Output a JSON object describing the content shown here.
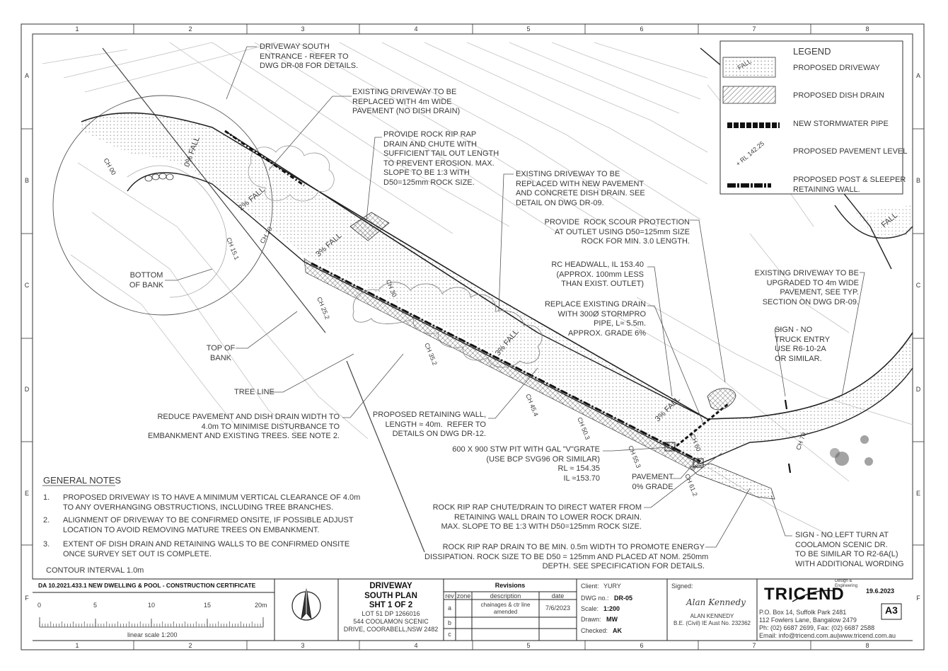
{
  "grid": {
    "columns": [
      "1",
      "2",
      "3",
      "4",
      "5",
      "6",
      "7",
      "8"
    ],
    "rows": [
      "A",
      "B",
      "C",
      "D",
      "E",
      "F"
    ]
  },
  "legend": {
    "title": "LEGEND",
    "driveway_fall": "FALL",
    "items": [
      "PROPOSED DRIVEWAY",
      "PROPOSED DISH DRAIN",
      "NEW STORMWATER PIPE",
      "PROPOSED PAVEMENT LEVEL",
      "PROPOSED POST & SLEEPER\nRETAINING WALL."
    ],
    "rl_sample": "+ RL 142.25"
  },
  "notes": {
    "south_entrance": "DRIVEWAY SOUTH\nENTRANCE - REFER TO\nDWG DR-08 FOR DETAILS.",
    "existing_replaced": "EXISTING DRIVEWAY TO BE\nREPLACED WITH 4m WIDE\nPAVEMENT (NO DISH DRAIN)",
    "rock_rip_rap": "PROVIDE ROCK RIP RAP\nDRAIN AND CHUTE WITH\nSUFFICIENT TAIL OUT LENGTH\nTO PREVENT EROSION. MAX.\nSLOPE TO BE 1:3 WITH\nD50=125mm ROCK SIZE.",
    "existing_dish": "EXISTING DRIVEWAY TO BE\nREPLACED WITH NEW PAVEMENT\nAND CONCRETE DISH DRAIN. SEE\nDETAIL ON DWG DR-09.",
    "scour": "PROVIDE  ROCK SCOUR PROTECTION\nAT OUTLET USING D50=125mm SIZE\nROCK FOR MIN. 3.0 LENGTH.",
    "headwall": "RC HEADWALL, IL 153.40\n(APPROX. 100mm LESS\nTHAN EXIST. OUTLET)",
    "replace_drain": "REPLACE EXISTING DRAIN\nWITH 300Ø STORMPRO\nPIPE, L≈ 5.5m.\nAPPROX. GRADE 6%",
    "upgraded": "EXISTING DRIVEWAY TO BE\nUPGRADED TO 4m WIDE\nPAVEMENT, SEE TYP.\nSECTION ON DWG DR-09.",
    "sign_truck": "SIGN - NO\nTRUCK ENTRY\nUSE R6-10-2A\nOR SIMILAR.",
    "bottom_bank": "BOTTOM\nOF BANK",
    "top_bank": "TOP OF\nBANK",
    "tree_line": "TREE LINE",
    "reduce": "REDUCE PAVEMENT AND DISH DRAIN WIDTH TO\n4.0m TO MINIMISE DISTURBANCE TO\nEMBANKMENT AND EXISTING TREES. SEE NOTE 2.",
    "retaining": "PROPOSED RETAINING WALL,\nLENGTH ≈ 40m.  REFER TO\nDETAILS ON DWG DR-12.",
    "pit": "600 X 900 STW PIT WITH GAL \"V\"GRATE\n(USE BCP SVG96 OR SIMILAR)\nRL ≈ 154.35\nIL ≈153.70",
    "pavement_grade": "PAVEMENT\n0% GRADE",
    "chute": "ROCK RIP RAP CHUTE/DRAIN TO DIRECT WATER FROM\nRETAINING WALL DRAIN TO LOWER ROCK DRAIN.\nMAX. SLOPE TO BE 1:3 WITH D50=125mm ROCK SIZE.",
    "rip_rap_min": "ROCK RIP RAP DRAIN TO BE MIN. 0.5m WIDTH TO PROMOTE ENERGY\nDISSIPATION. ROCK SIZE TO BE D50 = 125mm AND PLACED AT NOM. 250mm\nDEPTH. SEE SPECIFICATION FOR DETAILS.",
    "sign_left": "SIGN - NO LEFT TURN AT\nCOOLAMON SCENIC DR.\nTO BE SIMILAR TO R2-6A(L)\nWITH ADDITIONAL WORDING"
  },
  "plan_labels": {
    "falls": [
      "2% FALL",
      "3% FALL",
      "3% FALL",
      "3% FALL",
      "FALL",
      "0% FALL"
    ],
    "chainages": [
      "CH 00",
      "CH 15.1",
      "CH 20",
      "CH 25.2",
      "CH 35.2",
      "CH 45.4",
      "CH 50.3",
      "CH 55.3",
      "CH 60",
      "CH 61.2",
      "CH 70",
      "CH 30"
    ]
  },
  "general_notes": {
    "title": "GENERAL NOTES",
    "items": [
      "PROPOSED DRIVEWAY IS TO HAVE A MINIMUM VERTICAL CLEARANCE OF 4.0m\nTO ANY OVERHANGING OBSTRUCTIONS, INCLUDING TREE BRANCHES.",
      "ALIGNMENT OF DRIVEWAY TO BE CONFIRMED ONSITE, IF POSSIBLE ADJUST\nLOCATION TO AVOID REMOVING MATURE TREES ON EMBANKMENT.",
      "EXTENT OF DISH DRAIN AND RETAINING WALLS TO BE CONFIRMED ONSITE\nONCE SURVEY SET OUT IS COMPLETE."
    ],
    "numbers": [
      "1.",
      "2.",
      "3."
    ],
    "contour": "CONTOUR INTERVAL 1.0m"
  },
  "title_block": {
    "da": "DA 10.2021.433.1 NEW DWELLING & POOL - CONSTRUCTION CERTIFICATE",
    "scale_ticks": [
      "0",
      "5",
      "10",
      "15",
      "20m"
    ],
    "scale_label": "linear scale 1:200",
    "sheet_title": "DRIVEWAY\nSOUTH PLAN\nSHT 1 OF 2",
    "address": "LOT 51 DP 1266016\n544 COOLAMON SCENIC\nDRIVE, COORABELL,NSW 2482",
    "revisions_title": "Revisions",
    "rev_headers": [
      "rev",
      "zone",
      "description",
      "date"
    ],
    "revisions": [
      {
        "rev": "a",
        "zone": "",
        "description": "chainages & ctr line\namended",
        "date": "7/6/2023"
      },
      {
        "rev": "b",
        "zone": "",
        "description": "",
        "date": ""
      },
      {
        "rev": "c",
        "zone": "",
        "description": "",
        "date": ""
      }
    ],
    "client_label": "Client:",
    "client": "YURY",
    "dwg_label": "DWG no.:",
    "dwg": "DR-05",
    "scale_label2": "Scale:",
    "scale": "1:200",
    "drawn_label": "Drawn:",
    "drawn": "MW",
    "checked_label": "Checked:",
    "checked": "AK",
    "signed_label": "Signed:",
    "signature": "Alan Kennedy",
    "engineer": "ALAN KENNEDY\nB.E. (Civil) IE Aust No. 232362",
    "company": "TRICEND",
    "company_tag": "Design &\nEngineering",
    "date": "19.6.2023",
    "sheet_size": "A3",
    "contact": "P.O. Box 14, Suffolk Park 2481\n112 Fowlers Lane, Bangalow 2479\nPh: (02) 6687 2699, Fax: (02) 6687 2588\nEmail: info@tricend.com.au|www.tricend.com.au"
  },
  "colors": {
    "line": "#2b2b2b",
    "contour": "#b8b8b8",
    "paper": "#ffffff"
  }
}
